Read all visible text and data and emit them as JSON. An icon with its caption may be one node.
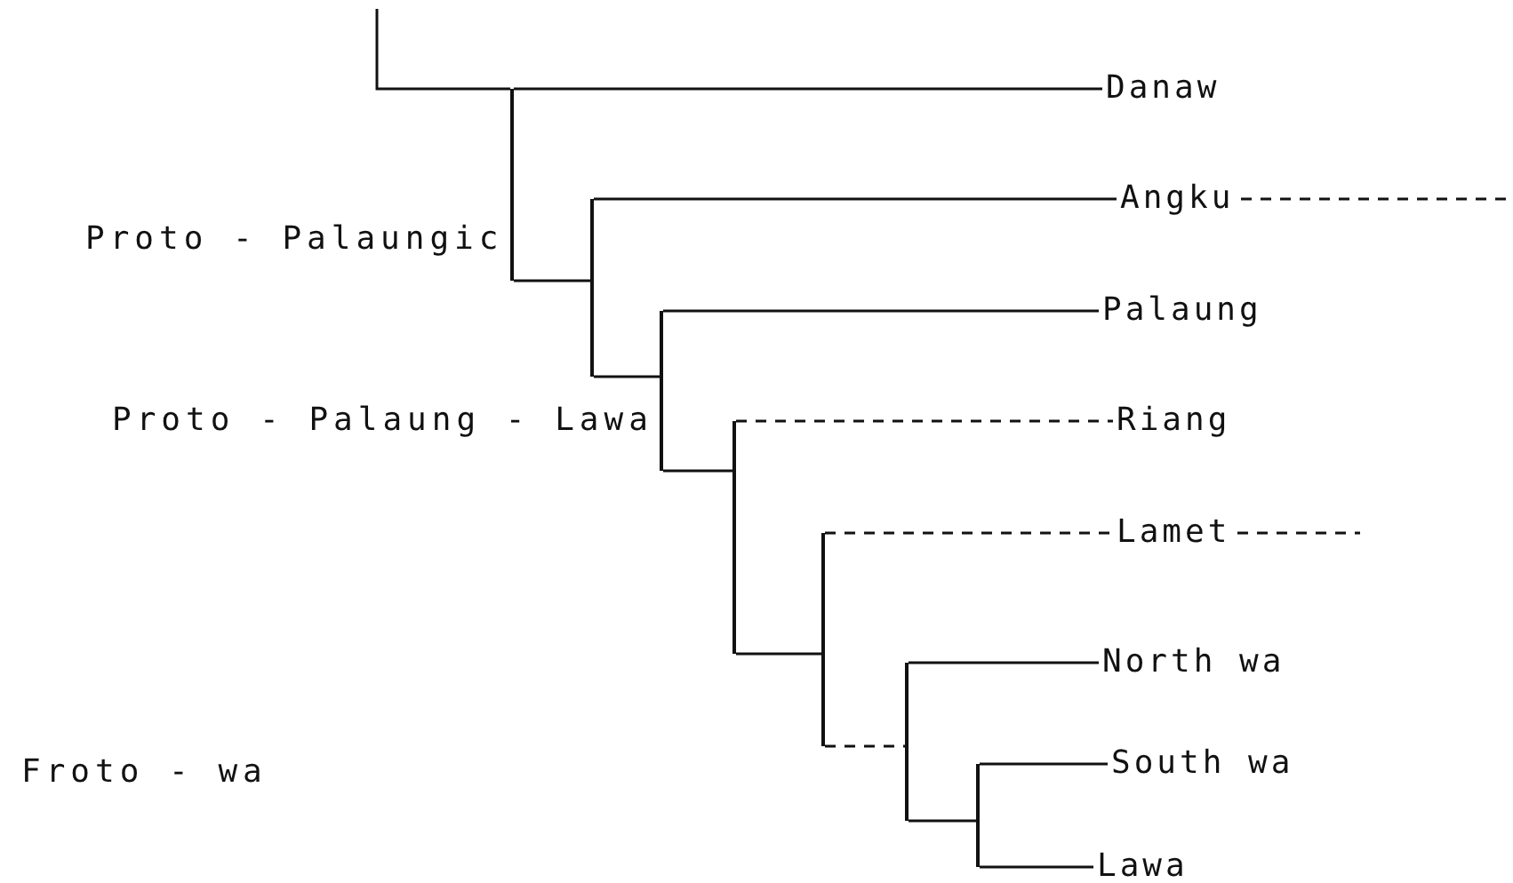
{
  "diagram": {
    "nodes": [
      {
        "text": [
          "Danaw"
        ]
      },
      {
        "text": [
          "Angku"
        ]
      },
      {
        "text": [
          "Palaung"
        ]
      },
      {
        "text": [
          "Riang"
        ]
      },
      {
        "text": [
          "Lamet"
        ]
      },
      {
        "text": [
          "North wa"
        ]
      },
      {
        "text": [
          "South wa"
        ]
      },
      {
        "text": [
          "Lawa"
        ]
      },
      {
        "text": [],
        "shape": "bar",
        "beside": [
          "Proto - Palaungic"
        ]
      },
      {
        "text": [],
        "shape": "bar"
      },
      {
        "text": [],
        "shape": "bar",
        "beside": [
          "Proto - Palaung - Lawa"
        ]
      },
      {
        "text": [],
        "shape": "bar"
      },
      {
        "text": [],
        "shape": "bar"
      },
      {
        "text": [],
        "shape": "bar"
      },
      {
        "text": [],
        "shape": "bar"
      }
    ],
    "edges": [
      {
        "from": null,
        "to": 8,
        "arrow": "none"
      },
      {
        "from": 8,
        "to": 0,
        "arrow": "none"
      },
      {
        "from": 8,
        "to": 9,
        "arrow": "none"
      },
      {
        "from": 9,
        "to": 1,
        "arrow": "none"
      },
      {
        "from": 1,
        "to": null,
        "arrow": "none",
        "style": "dashed"
      },
      {
        "from": 9,
        "to": 10,
        "arrow": "none"
      },
      {
        "from": 10,
        "to": 2,
        "arrow": "none"
      },
      {
        "from": 10,
        "to": 11,
        "arrow": "none"
      },
      {
        "from": 11,
        "to": 3,
        "arrow": "none",
        "style": "dashed"
      },
      {
        "from": 11,
        "to": 12,
        "arrow": "none"
      },
      {
        "from": 12,
        "to": 4,
        "arrow": "none",
        "style": "dashed"
      },
      {
        "from": 4,
        "to": null,
        "arrow": "none",
        "style": "dashed"
      },
      {
        "from": 12,
        "to": 13,
        "arrow": "none",
        "style": "dashed"
      },
      {
        "from": 13,
        "to": 5,
        "arrow": "none"
      },
      {
        "from": 13,
        "to": 14,
        "arrow": "none"
      },
      {
        "from": 14,
        "to": 6,
        "arrow": "none"
      },
      {
        "from": 14,
        "to": 7,
        "arrow": "none"
      }
    ],
    "labels": [
      "Froto - wa"
    ]
  }
}
